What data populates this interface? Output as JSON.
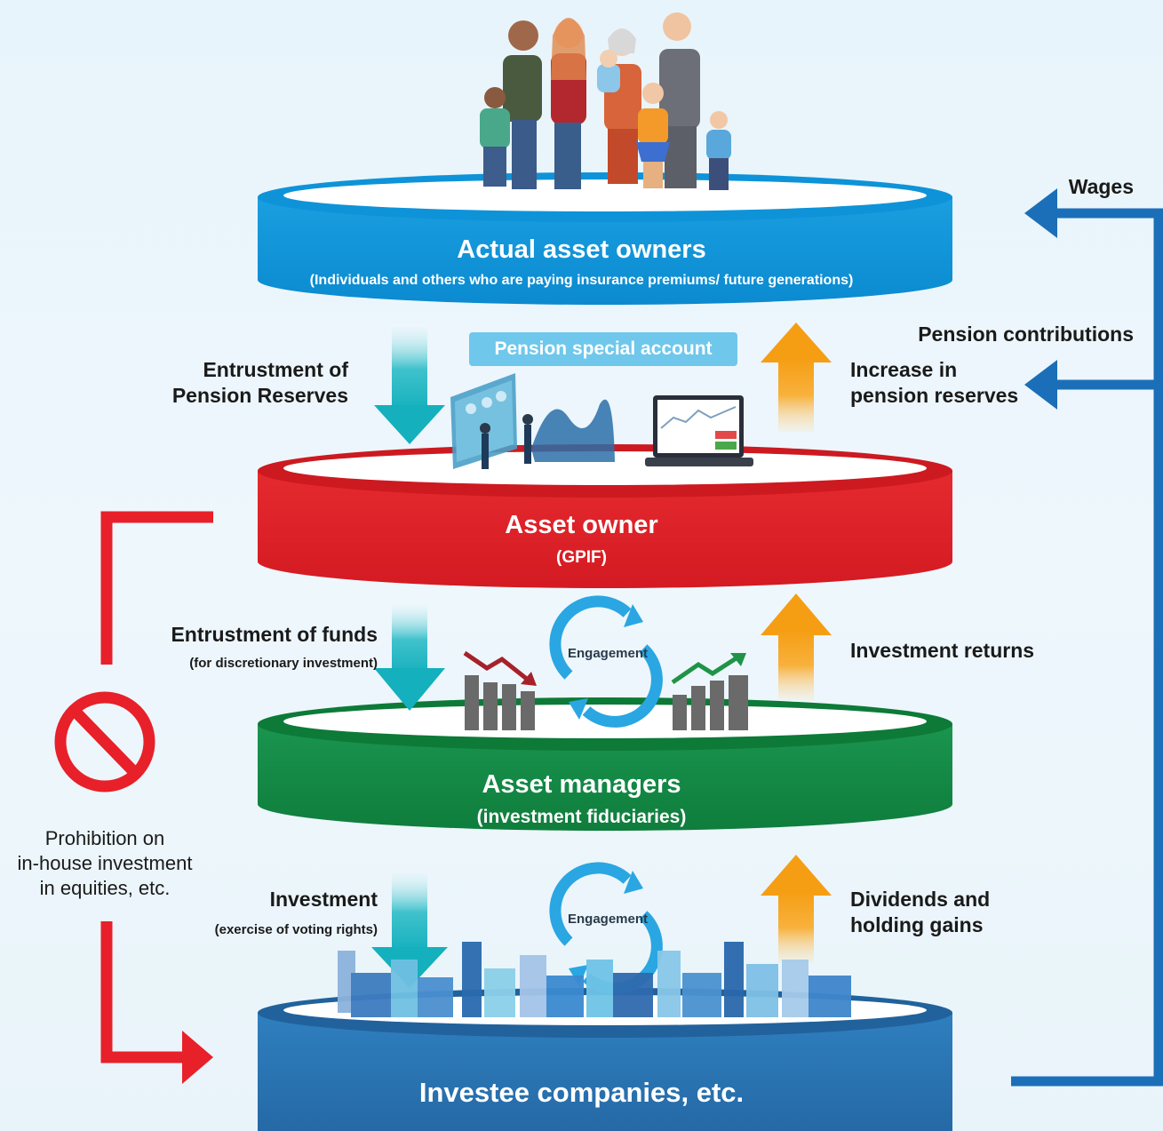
{
  "stages": {
    "actual_owners": {
      "title": "Actual asset owners",
      "subtitle": "(Individuals and others who are paying insurance premiums/ future generations)"
    },
    "asset_owner": {
      "title": "Asset owner",
      "subtitle": "(GPIF)"
    },
    "asset_managers": {
      "title": "Asset managers",
      "subtitle": "(investment fiduciaries)"
    },
    "investee": {
      "title": "Investee companies, etc."
    }
  },
  "badge": "Pension special account",
  "flows": {
    "entrust_reserves_1": "Entrustment of",
    "entrust_reserves_2": "Pension Reserves",
    "increase_reserves_1": "Increase in",
    "increase_reserves_2": "pension reserves",
    "entrust_funds": "Entrustment of funds",
    "entrust_funds_note": "(for discretionary investment)",
    "investment_returns": "Investment returns",
    "investment": "Investment",
    "investment_note": "(exercise of voting rights)",
    "dividends_1": "Dividends and",
    "dividends_2": "holding gains",
    "wages": "Wages",
    "pension_contributions": "Pension contributions"
  },
  "engagement": [
    "Engagement",
    "Engagement"
  ],
  "prohibition": [
    "Prohibition on",
    "in-house investment",
    "in equities, etc."
  ],
  "colors": {
    "blue_top": "#1ea6e6",
    "red": "#e8202a",
    "green": "#168a45",
    "navy": "#2a78b8",
    "teal_arrow": "#1cb8c4",
    "orange_arrow": "#f6a21c",
    "flow_blue": "#1b6fb8"
  }
}
